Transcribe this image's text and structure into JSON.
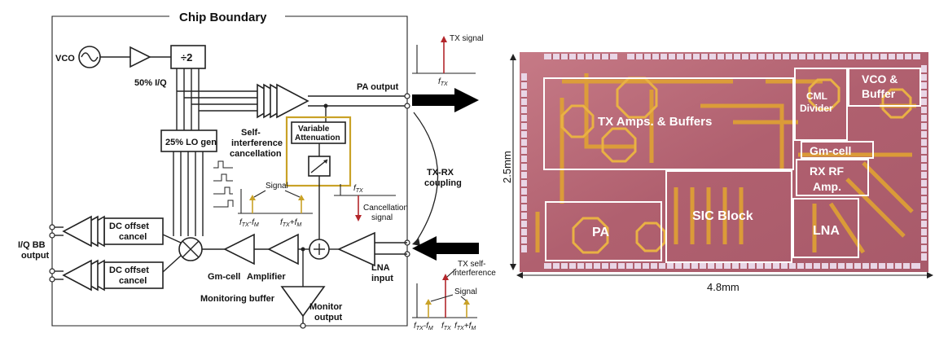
{
  "schematic": {
    "chip_boundary": "Chip Boundary",
    "vco": "VCO",
    "divider": "÷2",
    "iq_50": "50% I/Q",
    "lo_gen": "25% LO gen",
    "pa_output": "PA output",
    "self_interference_cancellation": [
      "Self-",
      "interference",
      "cancellation"
    ],
    "variable_attenuation": [
      "Variable",
      "Attenuation"
    ],
    "tx_rx_coupling": [
      "TX-RX",
      "coupling"
    ],
    "dc_offset_cancel": [
      "DC offset",
      "cancel"
    ],
    "iq_bb_output": [
      "I/Q BB",
      "output"
    ],
    "gm_cell": "Gm-cell",
    "amplifier": "Amplifier",
    "monitoring_buffer": "Monitoring buffer",
    "monitor_output": [
      "Monitor",
      "output"
    ],
    "lna_input": [
      "LNA",
      "input"
    ],
    "signal": "Signal",
    "cancellation_signal": [
      "Cancellation",
      "signal"
    ],
    "tx_signal": "TX signal",
    "tx_self_interference": [
      "TX self-",
      "interference"
    ],
    "f_tx": "f",
    "sub_tx": "TX",
    "sub_m": "M",
    "minus": "-",
    "plus": "+",
    "colors": {
      "gold": "#c9a227",
      "red": "#b3262b",
      "line": "#222222"
    }
  },
  "die": {
    "height_label": "2.5mm",
    "width_label": "4.8mm",
    "blocks": {
      "tx_amps": "TX Amps. & Buffers",
      "cml_divider": [
        "CML",
        "Divider"
      ],
      "vco_buffer": [
        "VCO &",
        "Buffer"
      ],
      "gm_cell": "Gm-cell",
      "rx_rf_amp": [
        "RX RF",
        "Amp."
      ],
      "pa": "PA",
      "sic_block": "SIC Block",
      "lna": "LNA"
    },
    "colors": {
      "die_fill": "#b96a78",
      "pad": "#e9d6e6",
      "metal": "#e0a233",
      "outline": "#ffffff"
    }
  }
}
